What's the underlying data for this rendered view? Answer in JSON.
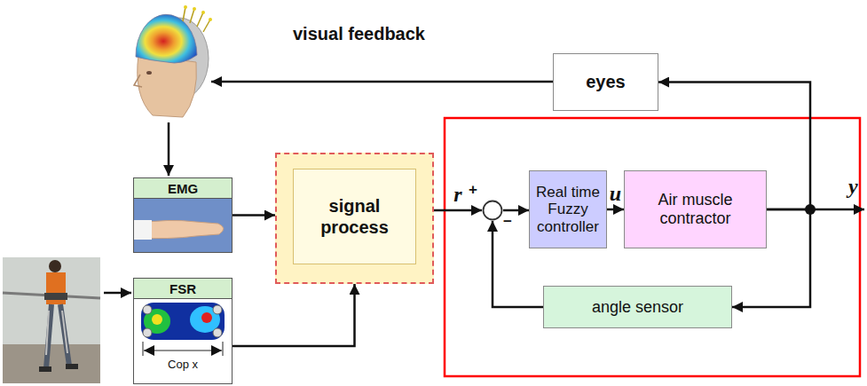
{
  "diagram": {
    "nodes": [
      {
        "text": [
          "EMG"
        ]
      },
      {
        "text": [
          "FSR",
          "Cop x"
        ]
      },
      {
        "text": [
          "signal process"
        ]
      },
      {
        "text": [
          "+",
          "−"
        ]
      },
      {
        "text": [
          "Real time Fuzzy controller"
        ]
      },
      {
        "text": [
          "Air muscle contractor"
        ]
      },
      {
        "text": [
          "angle sensor"
        ]
      },
      {
        "text": [
          "eyes"
        ]
      }
    ],
    "edges": [
      {
        "from": 0,
        "to": 2,
        "arrow": "to"
      },
      {
        "from": 1,
        "to": 2,
        "arrow": "to"
      },
      {
        "from": 2,
        "to": 3,
        "label": "r",
        "arrow": "to"
      },
      {
        "from": 3,
        "to": 4,
        "arrow": "to"
      },
      {
        "from": 4,
        "to": 5,
        "label": "u",
        "arrow": "to"
      },
      {
        "from": 5,
        "to": 7,
        "arrow": "to"
      },
      {
        "from": 5,
        "to": 6,
        "arrow": "to"
      },
      {
        "from": 6,
        "to": 3,
        "arrow": "to"
      }
    ],
    "labels": [
      "visual feedback",
      "y"
    ]
  }
}
